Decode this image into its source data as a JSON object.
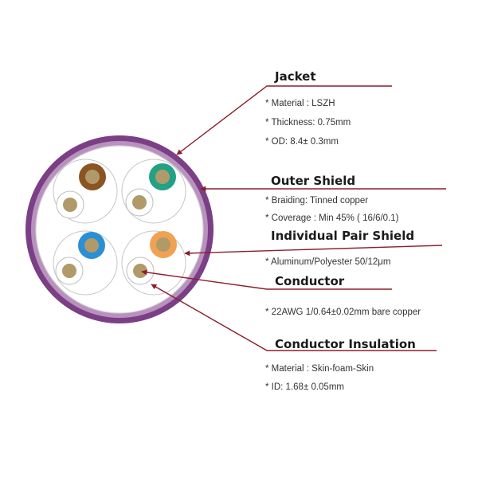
{
  "colors": {
    "leader": "#8b1e2c",
    "jacket": "#7b3f86",
    "jacket_light": "#b892bd",
    "shield_line": "#c6c6c6",
    "conductor": "#b09a6a",
    "pair_colors": [
      "#8a5523",
      "#23a184",
      "#2b8fd3",
      "#f0a252"
    ]
  },
  "sections": {
    "jacket": {
      "title": "Jacket",
      "lines": [
        "* Material : LSZH",
        "* Thickness:  0.75mm",
        "* OD: 8.4± 0.3mm"
      ]
    },
    "outer_shield": {
      "title": "Outer Shield",
      "lines": [
        "* Braiding: Tinned copper",
        "* Coverage : Min 45% ( 16/6/0.1)"
      ]
    },
    "pair_shield": {
      "title": "Individual Pair Shield",
      "lines": [
        "* Aluminum/Polyester  50/12μm"
      ]
    },
    "conductor": {
      "title": "Conductor",
      "lines": [
        "* 22AWG 1/0.64±0.02mm bare copper"
      ]
    },
    "conductor_insulation": {
      "title": "Conductor Insulation",
      "lines": [
        "* Material : Skin-foam-Skin",
        "* ID: 1.68± 0.05mm"
      ]
    }
  }
}
